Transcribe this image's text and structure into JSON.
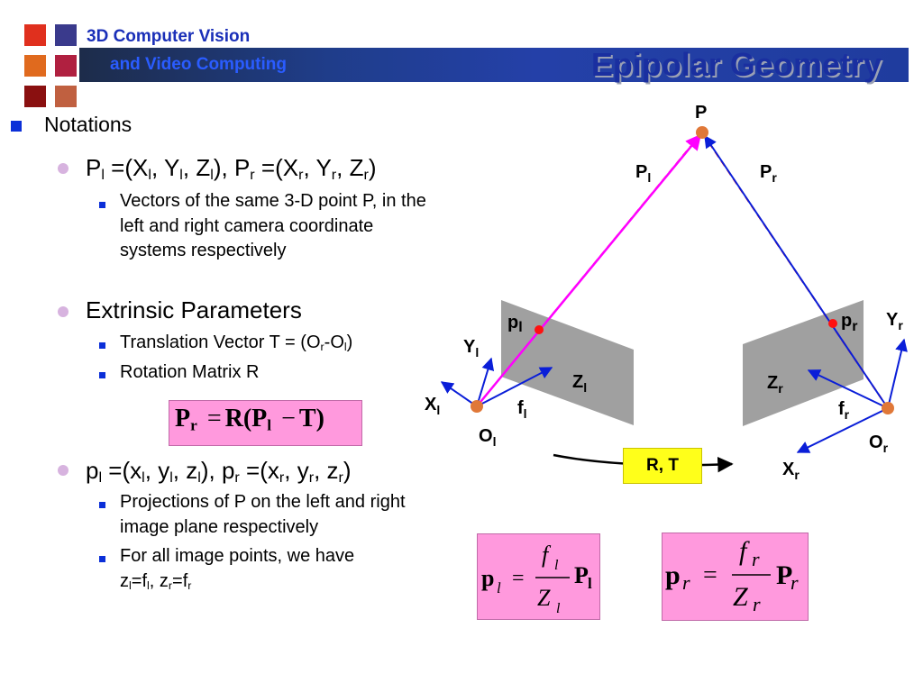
{
  "header": {
    "course_line1": "3D Computer Vision",
    "course_line2": "and Video Computing",
    "title": "Epipolar Geometry",
    "logo_colors": [
      "#e0301e",
      "#3a3a8c",
      "#e06a1e",
      "#b02040",
      "#8a1010",
      "#c06040"
    ]
  },
  "content": {
    "notations": "Notations",
    "vec": {
      "P": "P",
      "l": "l",
      "r": "r",
      "eq": " =(",
      "X": "X",
      "Y": "Y",
      "Z": "Z",
      "sep": ", ",
      "close": ")"
    },
    "vec_desc": "Vectors of the same 3-D point P, in the left and right camera coordinate systems respectively",
    "extrinsic": "Extrinsic Parameters",
    "translation": {
      "text": "Translation Vector T = (O",
      "mid": "-O",
      "end": ")"
    },
    "rotation": "Rotation Matrix R",
    "proj": {
      "p": "p",
      "x": "x",
      "y": "y",
      "z": "z"
    },
    "proj_desc": "Projections of P on the left and right image plane respectively",
    "all_points": "For all image points,  we have",
    "zf": {
      "z": "z",
      "f": "f",
      "eq": "=",
      "sep": ", "
    }
  },
  "equation_main": {
    "lhs": "P",
    "lhs_sub": "r",
    "eq": "=",
    "R": "R(P",
    "mid_sub": "l",
    "minus": "−",
    "T": "T)"
  },
  "equation_left": {
    "p": "p",
    "sub": "l",
    "eq": "=",
    "f": "f",
    "Z": "Z",
    "P": "P"
  },
  "equation_right": {
    "p": "p",
    "sub": "r",
    "eq": "=",
    "f": "f",
    "Z": "Z",
    "P": "P"
  },
  "diagram": {
    "P": "P",
    "Pl": "P",
    "Pl_sub": "l",
    "Pr": "P",
    "Pr_sub": "r",
    "pl": "p",
    "pl_sub": "l",
    "pr": "p",
    "pr_sub": "r",
    "Yl": "Y",
    "Yl_sub": "l",
    "Yr": "Y",
    "Yr_sub": "r",
    "Xl": "X",
    "Xl_sub": "l",
    "Xr": "X",
    "Xr_sub": "r",
    "Zl": "Z",
    "Zl_sub": "l",
    "Zr": "Z",
    "Zr_sub": "r",
    "fl": "f",
    "fl_sub": "l",
    "fr": "f",
    "fr_sub": "r",
    "Ol": "O",
    "Ol_sub": "l",
    "Or": "O",
    "Or_sub": "r",
    "RT": "R, T"
  }
}
